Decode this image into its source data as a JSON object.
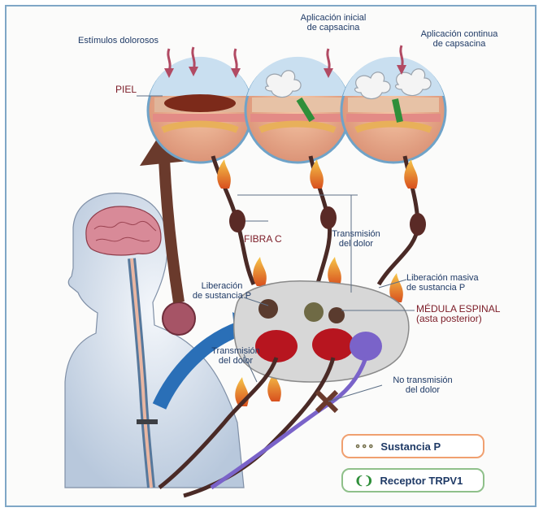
{
  "labels": {
    "estimulos": "Estímulos dolorosos",
    "aplicacion_inicial": "Aplicación inicial\nde capsacina",
    "aplicacion_continua": "Aplicación continua\nde capsacina",
    "piel": "PIEL",
    "fibra_c": "FIBRA C",
    "transmision_dolor_top": "Transmisión\ndel dolor",
    "liberacion_sustancia": "Liberación\nde sustancia P",
    "liberacion_masiva": "Liberación masiva\nde sustancia P",
    "medula": "MÉDULA ESPINAL\n(asta posterior)",
    "transmision_dolor_left": "Transmisión\ndel dolor",
    "no_transmision": "No transmisión\ndel dolor"
  },
  "legend": {
    "sustancia_p": "Sustancia P",
    "receptor": "Receptor TRPV1"
  },
  "colors": {
    "legend_orange": "#f0a070",
    "legend_green": "#8fc08a",
    "arrow_brown": "#6a3a2c",
    "arrow_blue": "#2a6fb7",
    "label_blue": "#1f3a66",
    "label_red": "#7b1b26"
  }
}
